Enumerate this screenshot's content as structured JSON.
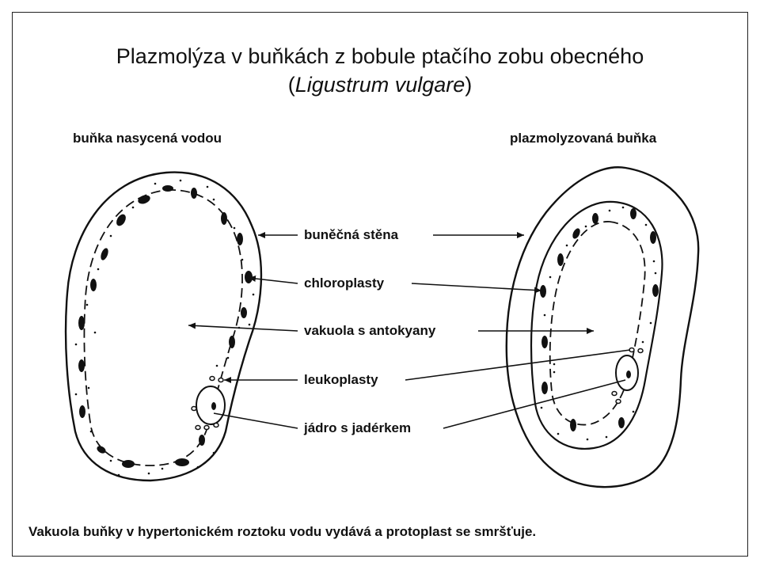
{
  "title": {
    "line1": "Plazmolýza v buňkách z bobule ptačího zobu obecného",
    "line2_open": "(",
    "line2_italic": "Ligustrum vulgare",
    "line2_close": ")"
  },
  "headings": {
    "left": "buňka nasycená vodou",
    "right": "plazmolyzovaná buňka"
  },
  "labels": {
    "wall": "buněčná stěna",
    "chloroplasts": "chloroplasty",
    "vacuole": "vakuola s antokyany",
    "leucoplasts": "leukoplasty",
    "nucleus": "jádro s jadérkem"
  },
  "caption": "Vakuola buňky v hypertonickém roztoku vodu vydává a protoplast se smršťuje.",
  "colors": {
    "ink": "#111111",
    "background": "#ffffff"
  }
}
